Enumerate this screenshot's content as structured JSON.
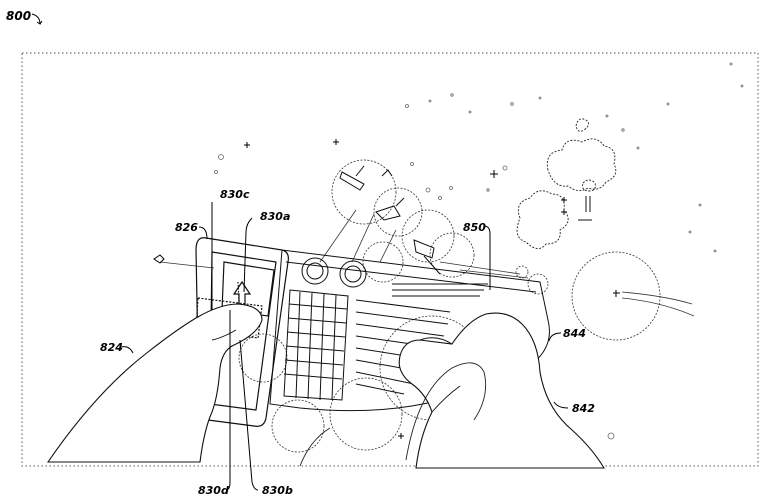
{
  "figure": {
    "number": "800",
    "labels": {
      "ref_826": "826",
      "ref_830c": "830c",
      "ref_830a": "830a",
      "ref_850": "850",
      "ref_824": "824",
      "ref_844": "844",
      "ref_842": "842",
      "ref_830d": "830d",
      "ref_830b": "830b"
    }
  }
}
